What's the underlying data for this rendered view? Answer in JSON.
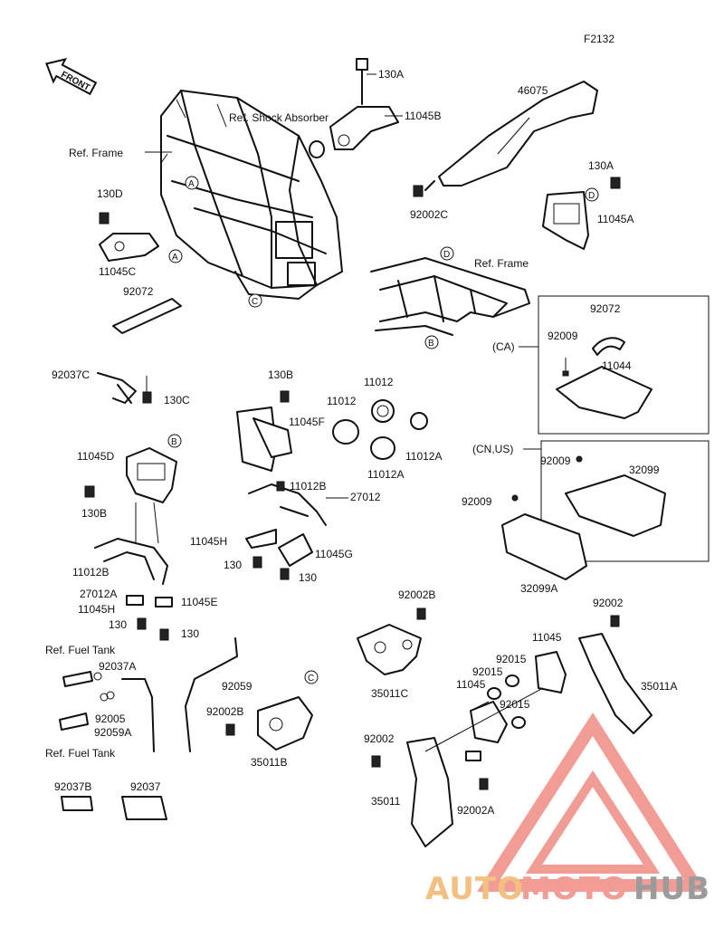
{
  "figure_code": "F2132",
  "front_arrow": "FRONT",
  "labels": {
    "ref_shock_absorber": "Ref. Shock Absorber",
    "ref_frame_top": "Ref. Frame",
    "ref_frame_mid": "Ref. Frame",
    "ref_fuel_tank_top": "Ref. Fuel Tank",
    "ref_fuel_tank_bottom": "Ref. Fuel Tank",
    "ca": "(CA)",
    "cn_us": "(CN,US)"
  },
  "parts": {
    "p130A_top": "130A",
    "p11045B": "11045B",
    "p46075": "46075",
    "p130D": "130D",
    "p11045C": "11045C",
    "p92072_left": "92072",
    "p92002C": "92002C",
    "p130A_right": "130A",
    "p11045A": "11045A",
    "p92072_ca": "92072",
    "p92009_ca": "92009",
    "p11044": "11044",
    "p92037C": "92037C",
    "p130C": "130C",
    "p130B_top": "130B",
    "p11045F": "11045F",
    "p11012_a": "11012",
    "p11012_b": "11012",
    "p11012A_r": "11012A",
    "p11012A_b": "11012A",
    "p11045D": "11045D",
    "p130B_left": "130B",
    "p11012B_mid": "11012B",
    "p27012_mid": "27012",
    "p92009_cn": "92009",
    "p32099": "32099",
    "p92009_low": "92009",
    "p11045H_mid": "11045H",
    "p11045G": "11045G",
    "p130_mid_l": "130",
    "p130_mid_r": "130",
    "p32099A": "32099A",
    "p11012B_left": "11012B",
    "p27012A": "27012A",
    "p11045H_left": "11045H",
    "p11045E": "11045E",
    "p130_left_a": "130",
    "p130_left_b": "130",
    "p92002B_top": "92002B",
    "p92002_right": "92002",
    "p11045": "11045",
    "p92015_a": "92015",
    "p92015_b": "92015",
    "p11045_b": "11045",
    "p92015_c": "92015",
    "p35011A": "35011A",
    "p35011C": "35011C",
    "p92037A": "92037A",
    "p92005": "92005",
    "p92059A": "92059A",
    "p92059": "92059",
    "p92002B_mid": "92002B",
    "p35011B": "35011B",
    "p92002_low": "92002",
    "p35011": "35011",
    "p92002A": "92002A",
    "p92037B": "92037B",
    "p92037": "92037"
  },
  "markers": {
    "A": "A",
    "B": "B",
    "C": "C",
    "D": "D"
  },
  "watermark": {
    "auto": "AUTO",
    "moto": "MOTO",
    "hub": "HUB",
    "color_auto": "#f2b66d",
    "color_moto": "#ef8b82",
    "color_hub": "#8a8a8a"
  }
}
